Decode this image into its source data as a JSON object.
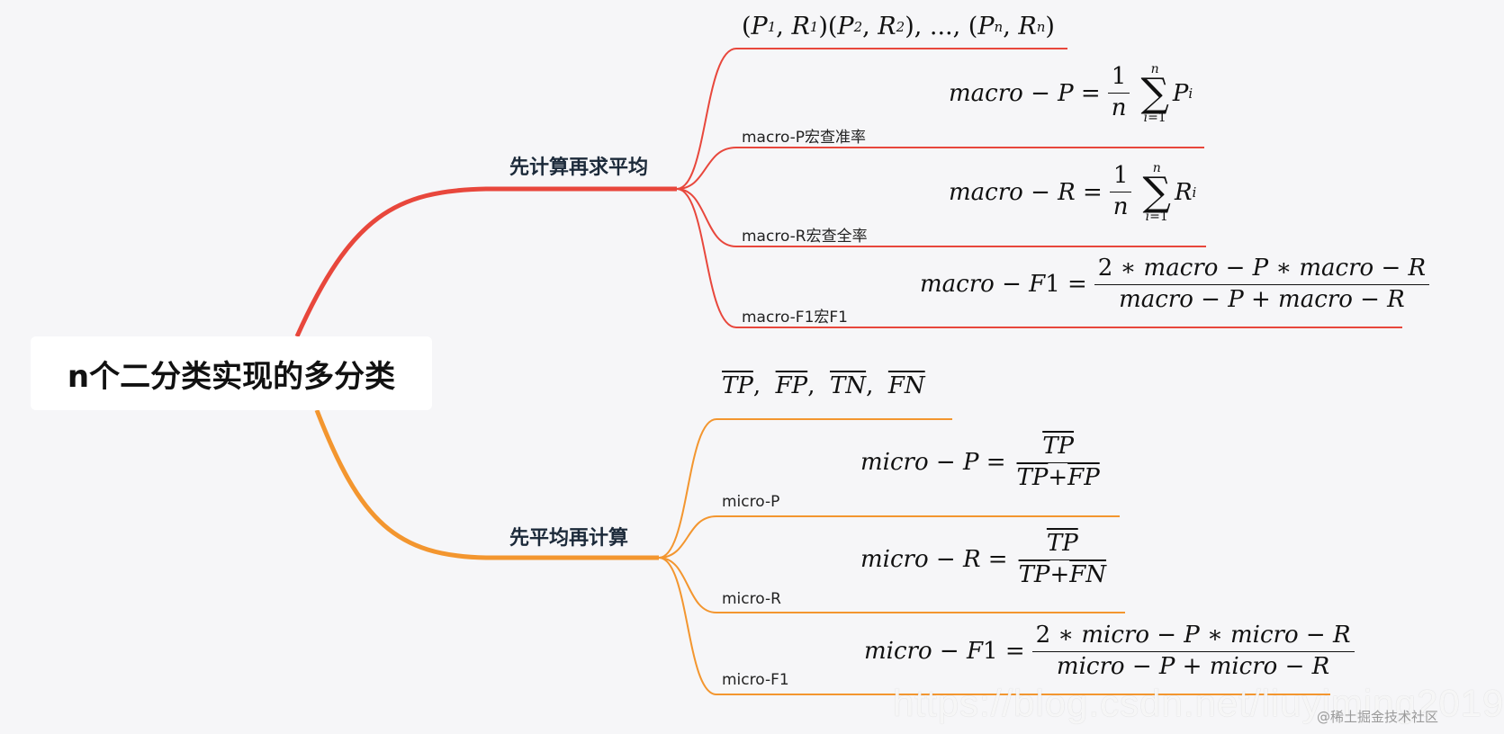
{
  "root": {
    "title": "n个二分类实现的多分类"
  },
  "branches": [
    {
      "topic": "先计算再求平均",
      "color": "#e8473c",
      "items": [
        {
          "label": "",
          "formula": "(P1,R1)(P2,R2),...,(Pn,Rn)"
        },
        {
          "label": "macro-P宏查准率",
          "formula": "macro − P = 1/n Σ_{i=1}^{n} P_i"
        },
        {
          "label": "macro-R宏查全率",
          "formula": "macro − R = 1/n Σ_{i=1}^{n} R_i"
        },
        {
          "label": "macro-F1宏F1",
          "formula": "macro − F1 = (2 ∗ macro − P ∗ macro − R)/(macro − P + macro − R)"
        }
      ]
    },
    {
      "topic": "先平均再计算",
      "color": "#f3962f",
      "items": [
        {
          "label": "",
          "formula": "TP̄, FP̄, TN̄, FN̄"
        },
        {
          "label": "micro-P",
          "formula": "micro − P = TP̄/(TP̄+FP̄)"
        },
        {
          "label": "micro-R",
          "formula": "micro − R = TP̄/(TP̄+FN̄)"
        },
        {
          "label": "micro-F1",
          "formula": "micro − F1 = (2 ∗ micro − P ∗ micro − R)/(micro − P + micro − R)"
        }
      ]
    }
  ],
  "watermark": "https://blog.csdn.net/liuyiming2019",
  "credit": "@稀土掘金技术社区",
  "colors": {
    "macro": "#e8473c",
    "micro": "#f3962f",
    "background": "#f6f6f8"
  }
}
